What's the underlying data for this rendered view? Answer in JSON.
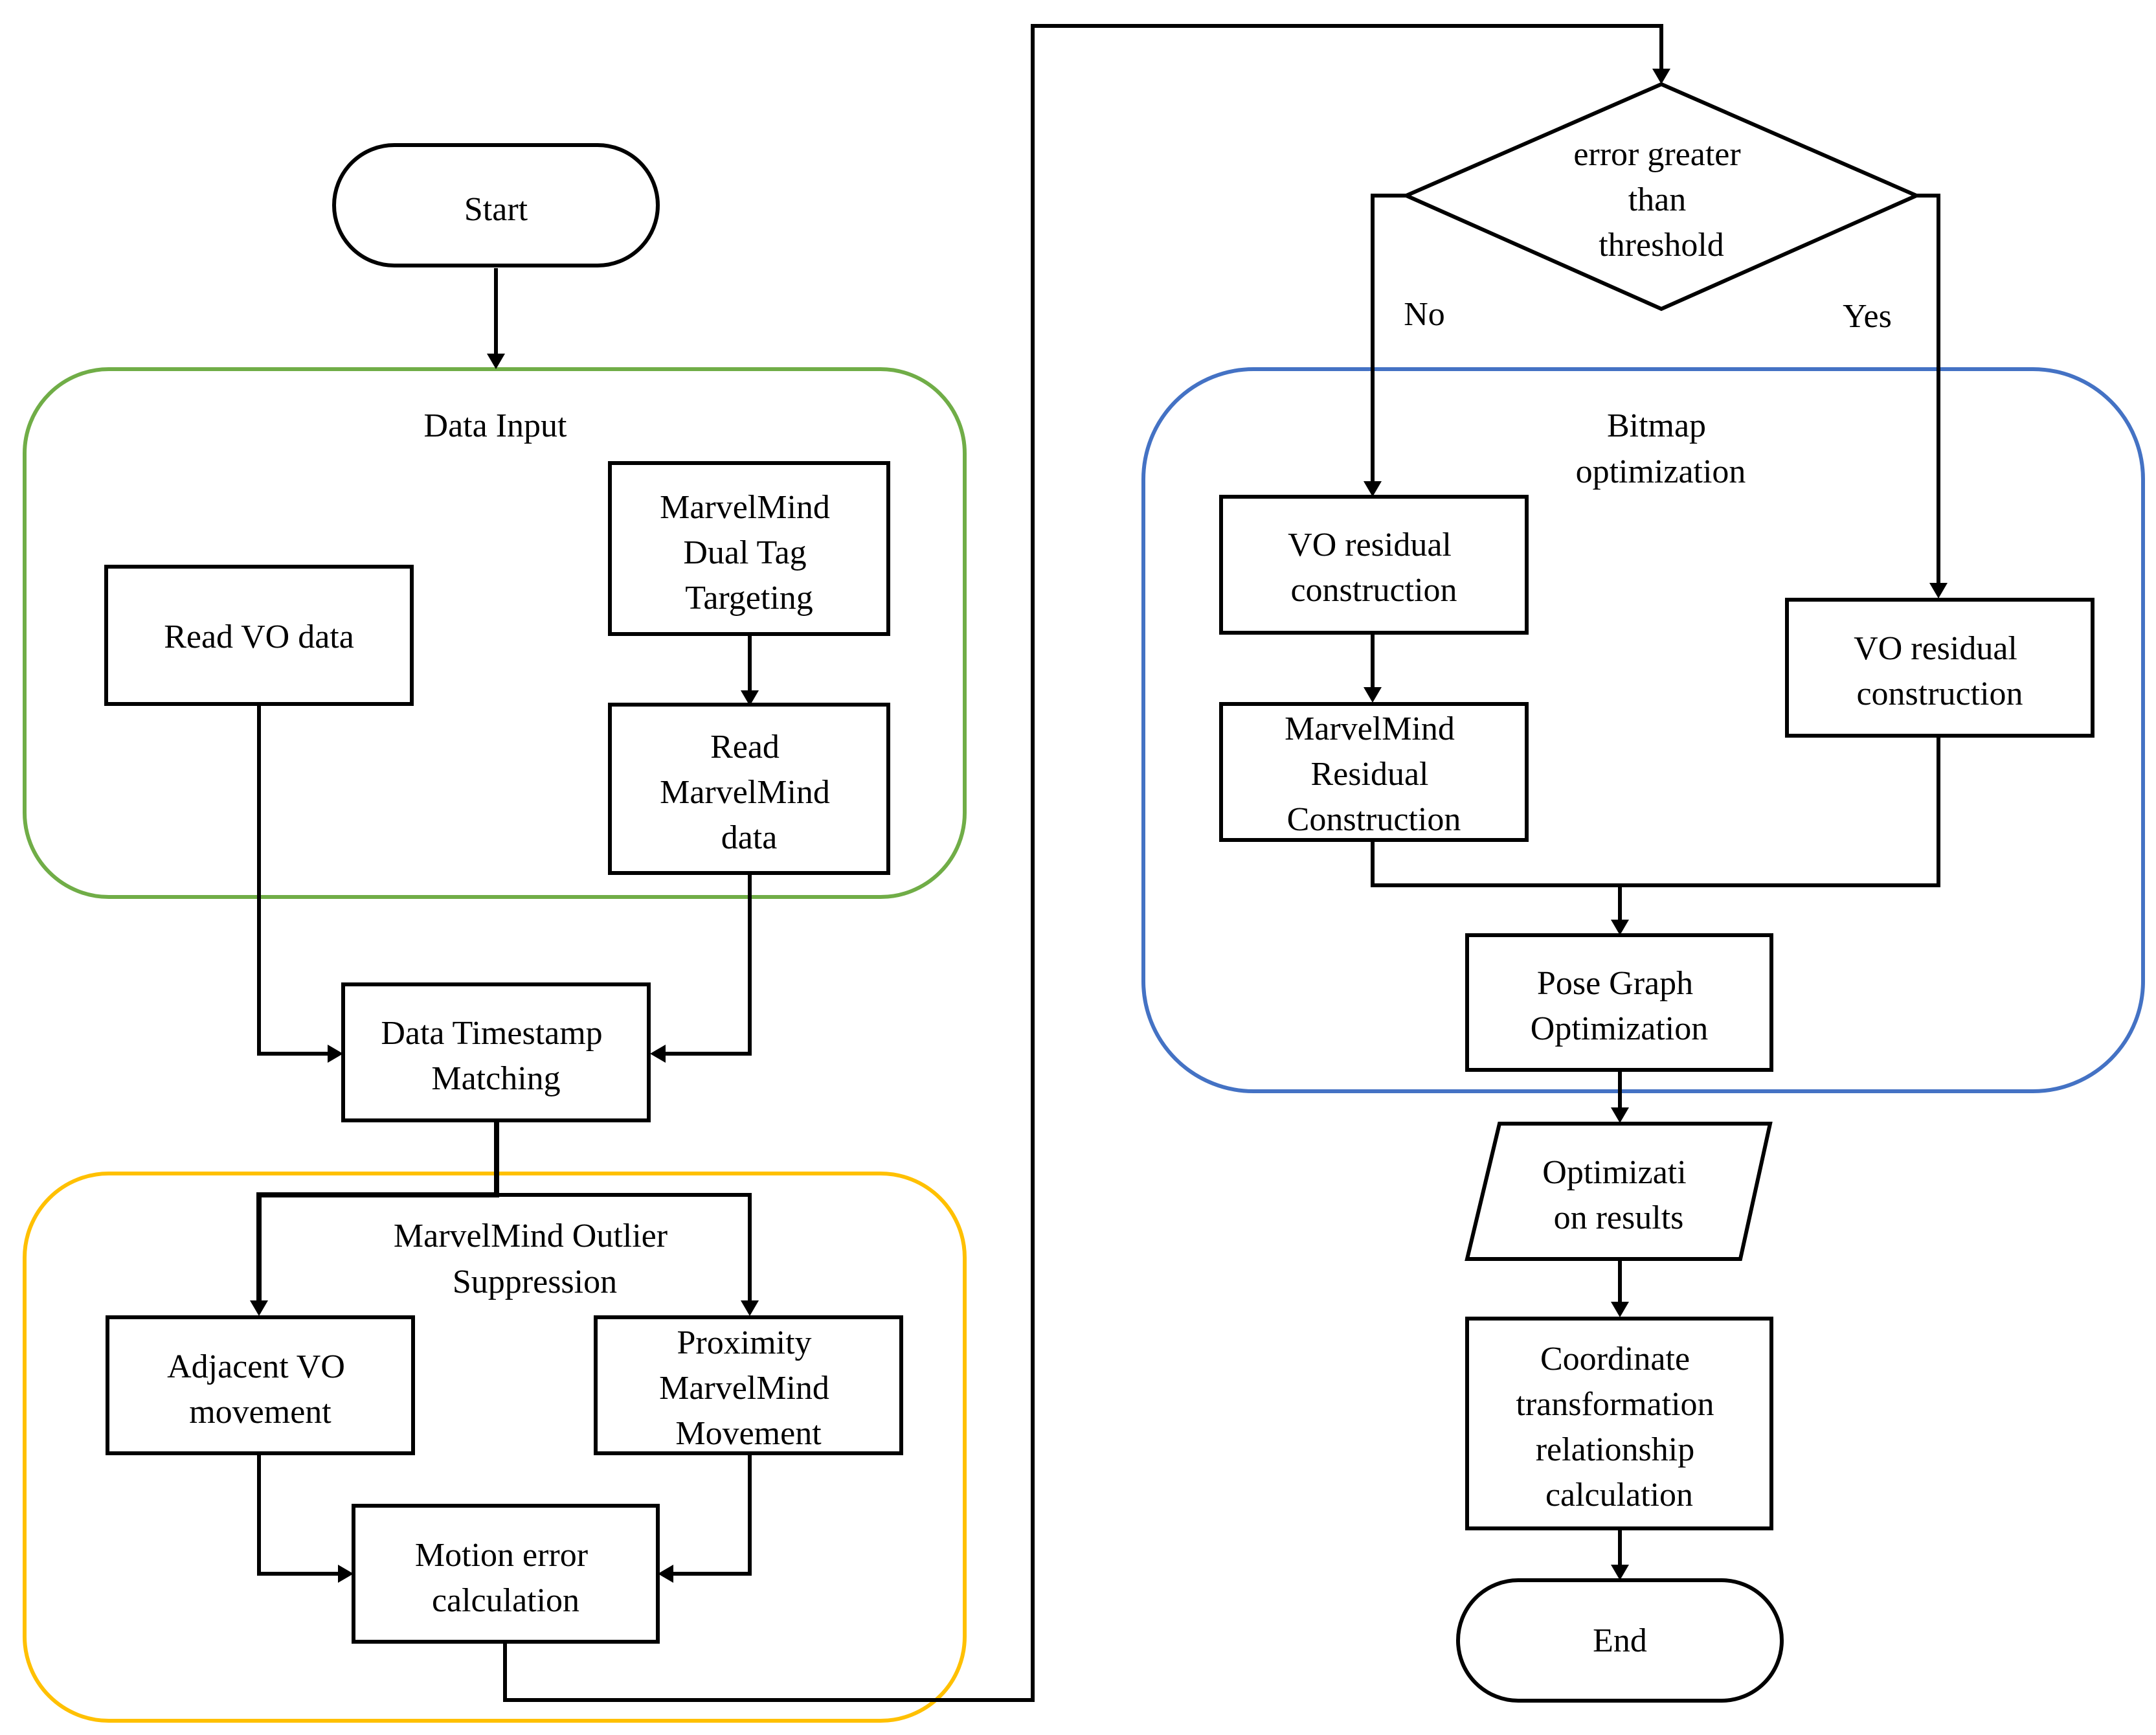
{
  "colors": {
    "data_input_frame": "#70AD47",
    "outlier_frame": "#FFC000",
    "bitmap_frame": "#4472C4",
    "line": "#000000"
  },
  "groups": {
    "data_input": {
      "title": [
        "Data Input"
      ]
    },
    "outlier_suppression": {
      "title": [
        "MarvelMind Outlier",
        "Suppression"
      ]
    },
    "bitmap_optimization": {
      "title": [
        "Bitmap",
        "optimization"
      ]
    }
  },
  "nodes": {
    "start": {
      "lines": [
        "Start"
      ]
    },
    "read_vo": {
      "lines": [
        "Read VO data"
      ]
    },
    "dual_tag": {
      "lines": [
        "MarvelMind",
        "Dual Tag",
        "Targeting"
      ]
    },
    "read_mm": {
      "lines": [
        "Read",
        "MarvelMind",
        "data"
      ]
    },
    "timestamp": {
      "lines": [
        "Data Timestamp",
        "Matching"
      ]
    },
    "adjacent_vo": {
      "lines": [
        "Adjacent VO",
        "movement"
      ]
    },
    "proximity_mm": {
      "lines": [
        "Proximity",
        "MarvelMind",
        "Movement"
      ]
    },
    "motion_error": {
      "lines": [
        "Motion error",
        "calculation"
      ]
    },
    "decision": {
      "lines": [
        "error greater",
        "than",
        "threshold"
      ]
    },
    "vo_residual_no": {
      "lines": [
        "VO residual",
        "construction"
      ]
    },
    "mm_residual": {
      "lines": [
        "MarvelMind",
        "Residual",
        "Construction"
      ]
    },
    "vo_residual_yes": {
      "lines": [
        "VO residual",
        "construction"
      ]
    },
    "pose_graph": {
      "lines": [
        "Pose Graph",
        "Optimization"
      ]
    },
    "results": {
      "lines": [
        "Optimizati",
        "on results"
      ]
    },
    "coord_transform": {
      "lines": [
        "Coordinate",
        "transformation",
        "relationship",
        "calculation"
      ]
    },
    "end": {
      "lines": [
        "End"
      ]
    }
  },
  "branches": {
    "no": "No",
    "yes": "Yes"
  }
}
